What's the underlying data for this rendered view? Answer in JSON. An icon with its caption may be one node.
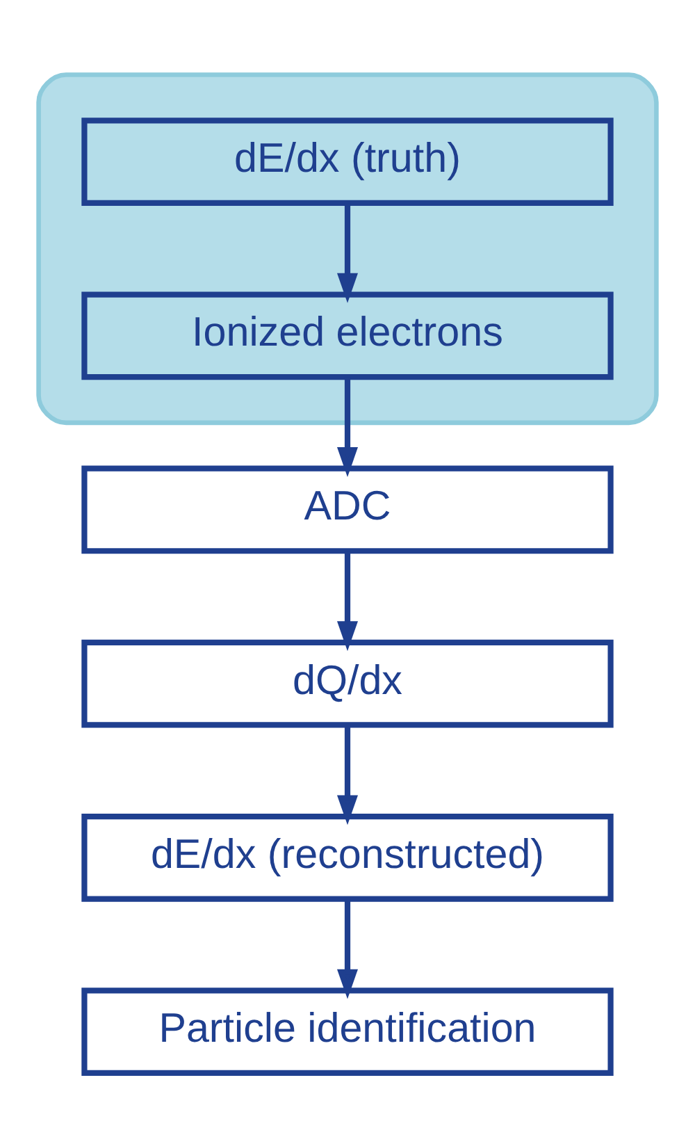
{
  "diagram": {
    "nodes": [
      {
        "text": [],
        "shape": "box"
      },
      {
        "text": [
          "dE/dx (truth)"
        ],
        "in": 0
      },
      {
        "text": [
          "Ionized electrons"
        ],
        "in": 0
      },
      {
        "text": [
          "ADC"
        ]
      },
      {
        "text": [
          "dQ/dx"
        ]
      },
      {
        "text": [
          "dE/dx (reconstructed)"
        ]
      },
      {
        "text": [
          "Particle identification"
        ]
      }
    ],
    "edges": [
      {
        "from": 1,
        "to": 2,
        "arrow": "to"
      },
      {
        "from": 2,
        "to": 3,
        "arrow": "to"
      },
      {
        "from": 3,
        "to": 4,
        "arrow": "to"
      },
      {
        "from": 4,
        "to": 5,
        "arrow": "to"
      },
      {
        "from": 5,
        "to": 6,
        "arrow": "to"
      }
    ]
  }
}
